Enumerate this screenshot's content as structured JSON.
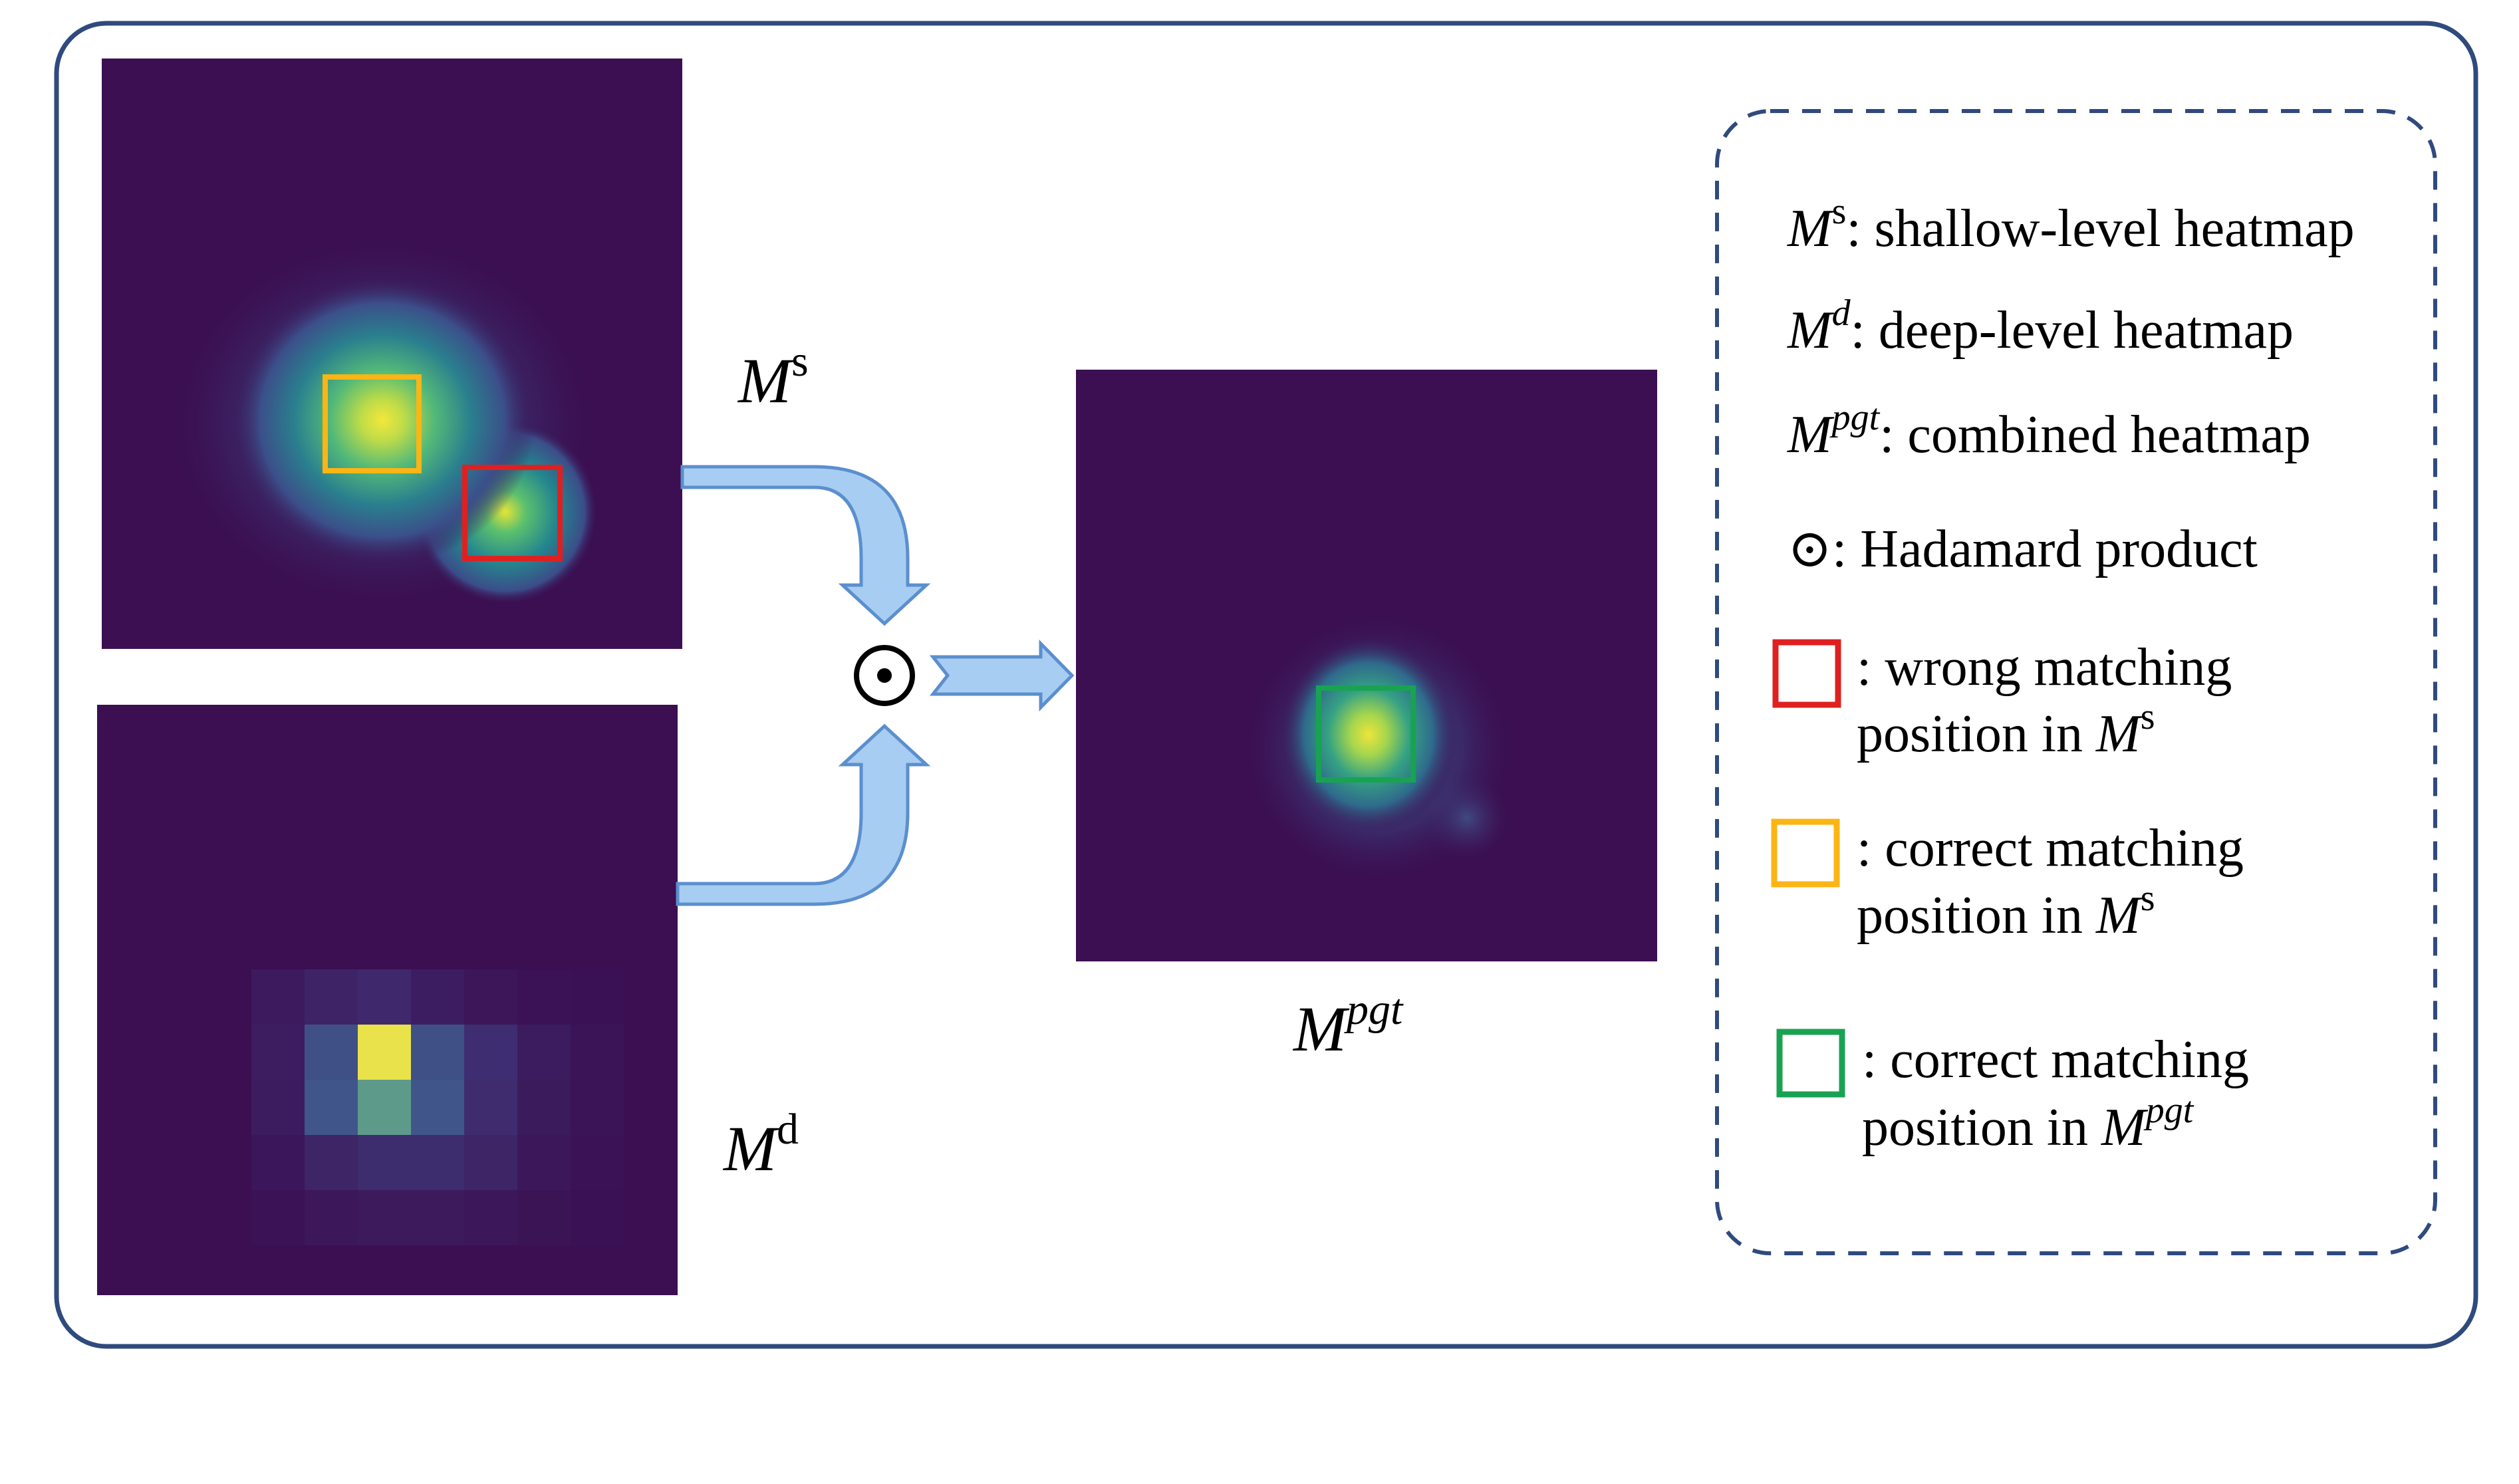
{
  "colors": {
    "frame": "#2f4a7d",
    "heatmap_bg": "#3b0f52",
    "arrow_fill": "#a8cdf2",
    "arrow_stroke": "#5b8fce",
    "wrong_box": "#e02020",
    "correct_shallow_box": "#fcb514",
    "correct_combined_box": "#1aa253"
  },
  "diagram": {
    "label_shallow": {
      "base": "M",
      "sup": "s"
    },
    "label_deep": {
      "base": "M",
      "sup": "d"
    },
    "label_combined": {
      "base": "M",
      "sup": "pgt"
    },
    "operator_symbol": "⊙"
  },
  "legend": {
    "items": [
      {
        "base": "M",
        "sup": "s",
        "text": ": shallow-level heatmap"
      },
      {
        "base": "M",
        "sup": "d",
        "text": ": deep-level heatmap"
      },
      {
        "base": "M",
        "sup": "pgt",
        "text": ": combined heatmap"
      },
      {
        "symbol": "⊙",
        "text": ": Hadamard product"
      }
    ],
    "boxes": [
      {
        "color_key": "wrong_box",
        "line1": ": wrong matching",
        "line2_text": "position in ",
        "base": "M",
        "sup": "s"
      },
      {
        "color_key": "correct_shallow_box",
        "line1": ": correct matching",
        "line2_text": "position in ",
        "base": "M",
        "sup": "s"
      },
      {
        "color_key": "correct_combined_box",
        "line1": ": correct matching",
        "line2_text": "position in ",
        "base": "M",
        "sup": "pgt"
      }
    ]
  }
}
